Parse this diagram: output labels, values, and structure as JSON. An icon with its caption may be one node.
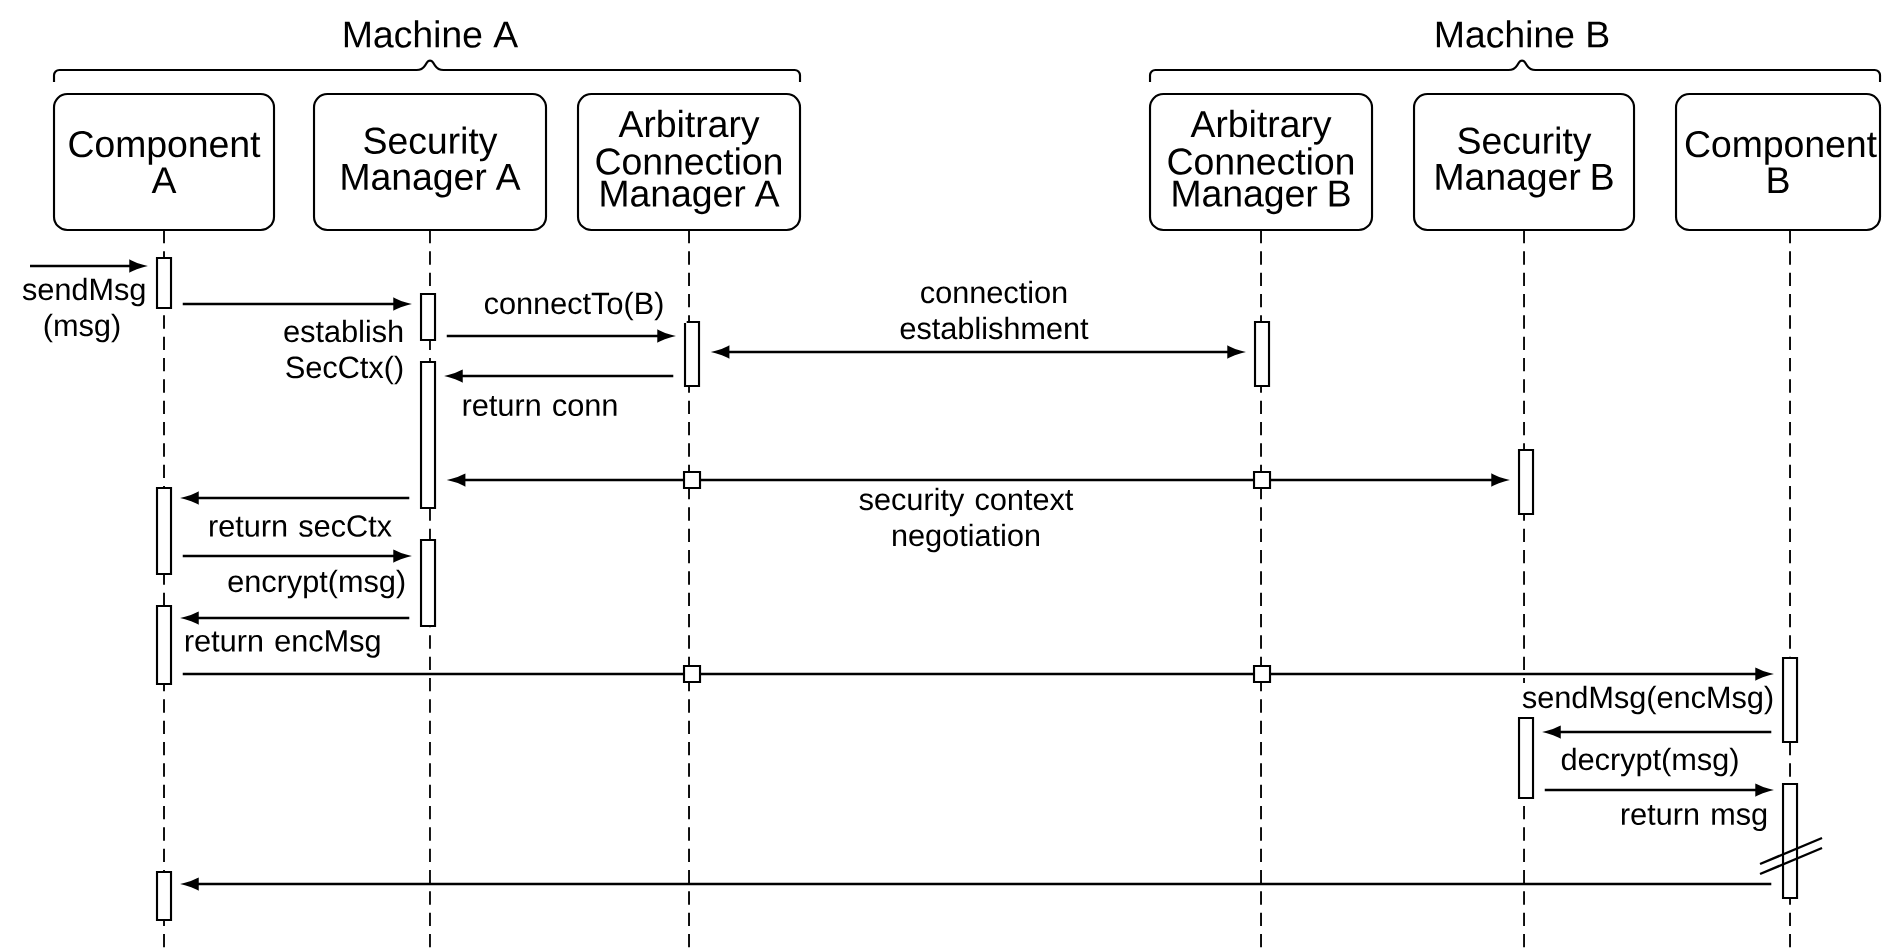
{
  "diagram": {
    "nodes": [
      {
        "text": [
          "Component A"
        ]
      },
      {
        "text": [
          "Security Manager A"
        ]
      },
      {
        "text": [
          "Arbitrary Connection Manager A"
        ]
      },
      {
        "text": [
          "Arbitrary Connection Manager B"
        ]
      },
      {
        "text": [
          "Security Manager B"
        ]
      },
      {
        "text": [
          "Component B"
        ]
      },
      {
        "text": [],
        "shape": "bar"
      },
      {
        "text": [],
        "shape": "bar"
      },
      {
        "text": [],
        "shape": "bar"
      },
      {
        "text": [],
        "shape": "bar"
      },
      {
        "text": [],
        "shape": "bar"
      },
      {
        "text": [],
        "shape": "bar"
      },
      {
        "text": [],
        "shape": "bar"
      },
      {
        "text": [],
        "shape": "bar"
      },
      {
        "text": [],
        "shape": "bar"
      },
      {
        "text": [],
        "shape": "bar"
      },
      {
        "text": [],
        "shape": "bar"
      },
      {
        "text": [],
        "shape": "bar"
      },
      {
        "text": [],
        "shape": "bar"
      }
    ],
    "edges": [
      {
        "from": null,
        "to": 6,
        "arrow": "to",
        "label": "sendMsg (msg)"
      },
      {
        "from": 6,
        "to": 7,
        "arrow": "to",
        "label": "establish SecCtx()"
      },
      {
        "from": 7,
        "to": 8,
        "arrow": "to",
        "label": "connectTo(B)"
      },
      {
        "from": 8,
        "to": 10,
        "arrow": "both",
        "label": "connection establishment"
      },
      {
        "from": 8,
        "to": 9,
        "arrow": "to",
        "label": "return conn"
      },
      {
        "from": 9,
        "to": 11,
        "arrow": "both",
        "label": "security context negotiation"
      },
      {
        "from": 9,
        "to": 12,
        "arrow": "to",
        "label": "return secCtx"
      },
      {
        "from": 12,
        "to": 13,
        "arrow": "to",
        "label": "encrypt(msg)"
      },
      {
        "from": 13,
        "to": 14,
        "arrow": "to",
        "label": "return encMsg"
      },
      {
        "from": 14,
        "to": 15,
        "arrow": "to",
        "label": "sendMsg(encMsg)"
      },
      {
        "from": 15,
        "to": 16,
        "arrow": "to",
        "label": "decrypt(msg)"
      },
      {
        "from": 16,
        "to": 17,
        "arrow": "to",
        "label": "return msg"
      },
      {
        "from": 17,
        "to": 18,
        "arrow": "to"
      }
    ],
    "labels": [
      "Machine A",
      "Machine B"
    ]
  }
}
